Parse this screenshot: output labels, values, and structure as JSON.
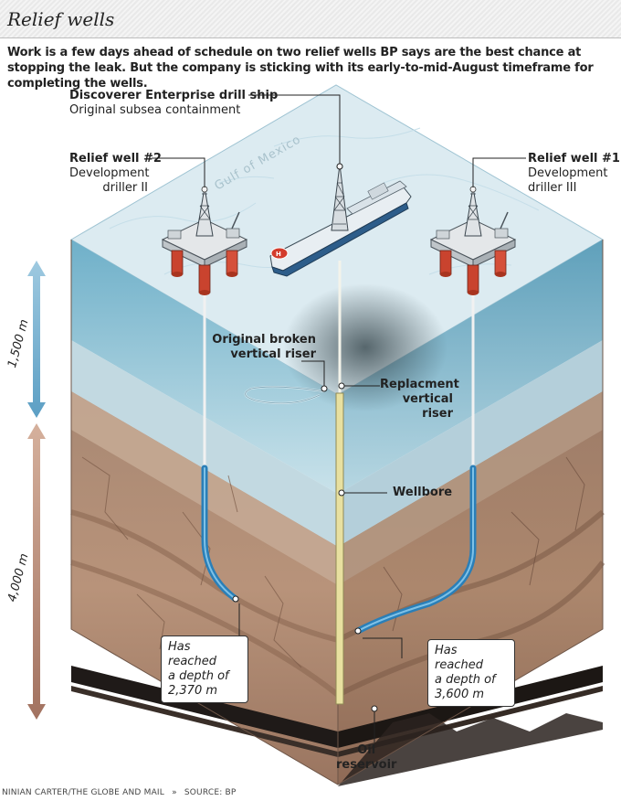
{
  "title": "Relief wells",
  "intro": "Work is a few days ahead of schedule on two relief wells BP says are the best chance at stopping the leak. But the company is sticking with its early-to-mid-August timeframe for completing the wells.",
  "labels": {
    "drill_ship": {
      "title": "Discoverer Enterprise drill ship",
      "sub": "Original subsea containment"
    },
    "relief_well_2": {
      "title": "Relief well #2",
      "sub1": "Development",
      "sub2": "driller II"
    },
    "relief_well_1": {
      "title": "Relief well #1",
      "sub1": "Development",
      "sub2": "driller III"
    },
    "broken_riser": {
      "line1": "Original broken",
      "line2": "vertical riser"
    },
    "replacement_riser": {
      "line1": "Replacment",
      "line2": "vertical",
      "line3": "riser"
    },
    "wellbore": "Wellbore",
    "oil_reservoir": {
      "line1": "Oil",
      "line2": "reservoir"
    },
    "sea_name": "Gulf of Mexico"
  },
  "callouts": {
    "well_2": {
      "line1": "Has reached",
      "line2": "a depth of",
      "line3": "2,370 m"
    },
    "well_1": {
      "line1": "Has reached",
      "line2": "a depth of",
      "line3": "3,600 m"
    }
  },
  "gauges": {
    "water_depth": "1,500 m",
    "rock_depth": "4,000 m"
  },
  "footer": {
    "credit": "NINIAN CARTER/THE GLOBE AND MAIL",
    "separator": "»",
    "source": "SOURCE: BP"
  },
  "colors": {
    "sea_surface": "#dfeef4",
    "water": "#aed3df",
    "rock": "#b99478",
    "rock_dark": "#8e6a52",
    "oil": "#1c1c1c",
    "pipe_blue": "#2e8fc9",
    "riser_yellow": "#e8e0a0",
    "platform_red": "#c8442f",
    "gauge_blue": "#7fb6d6",
    "gauge_brown": "#b08068"
  },
  "icons": [
    "double-arrow-icon",
    "drill-ship-icon",
    "drilling-rig-icon",
    "helipad-icon"
  ]
}
